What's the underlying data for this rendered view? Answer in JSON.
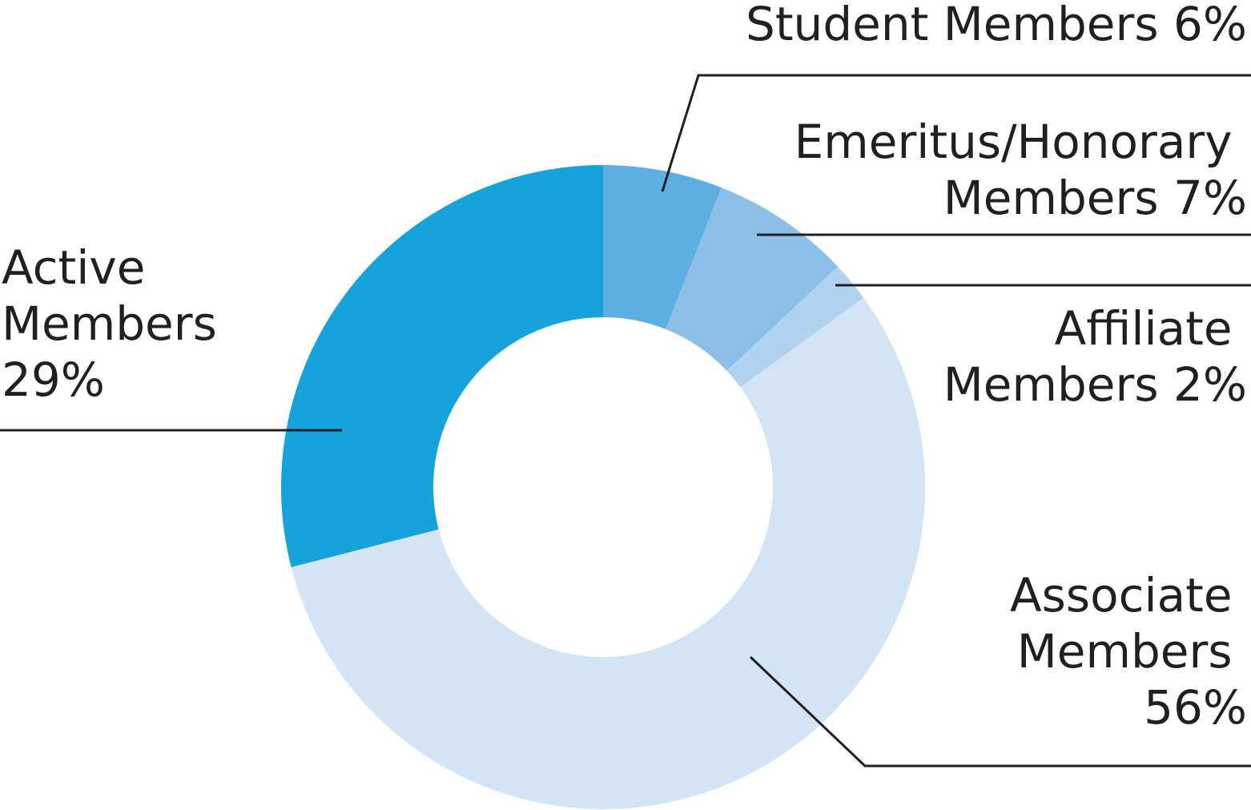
{
  "chart_data": {
    "type": "pie",
    "donut": true,
    "title": "",
    "legend": "none",
    "slices": [
      {
        "label_lines": [
          "Student Members 6%"
        ],
        "value": 6,
        "color": "#5eafe1"
      },
      {
        "label_lines": [
          "Emeritus/Honorary",
          "Members 7%"
        ],
        "value": 7,
        "color": "#8bbfe8"
      },
      {
        "label_lines": [
          "Affiliate",
          "Members 2%"
        ],
        "value": 2,
        "color": "#b1d3f0"
      },
      {
        "label_lines": [
          "Associate",
          "Members",
          "56%"
        ],
        "value": 56,
        "color": "#d3e5f5"
      },
      {
        "label_lines": [
          "Active",
          "Members",
          "29%"
        ],
        "value": 29,
        "color": "#16a3dc"
      }
    ]
  }
}
